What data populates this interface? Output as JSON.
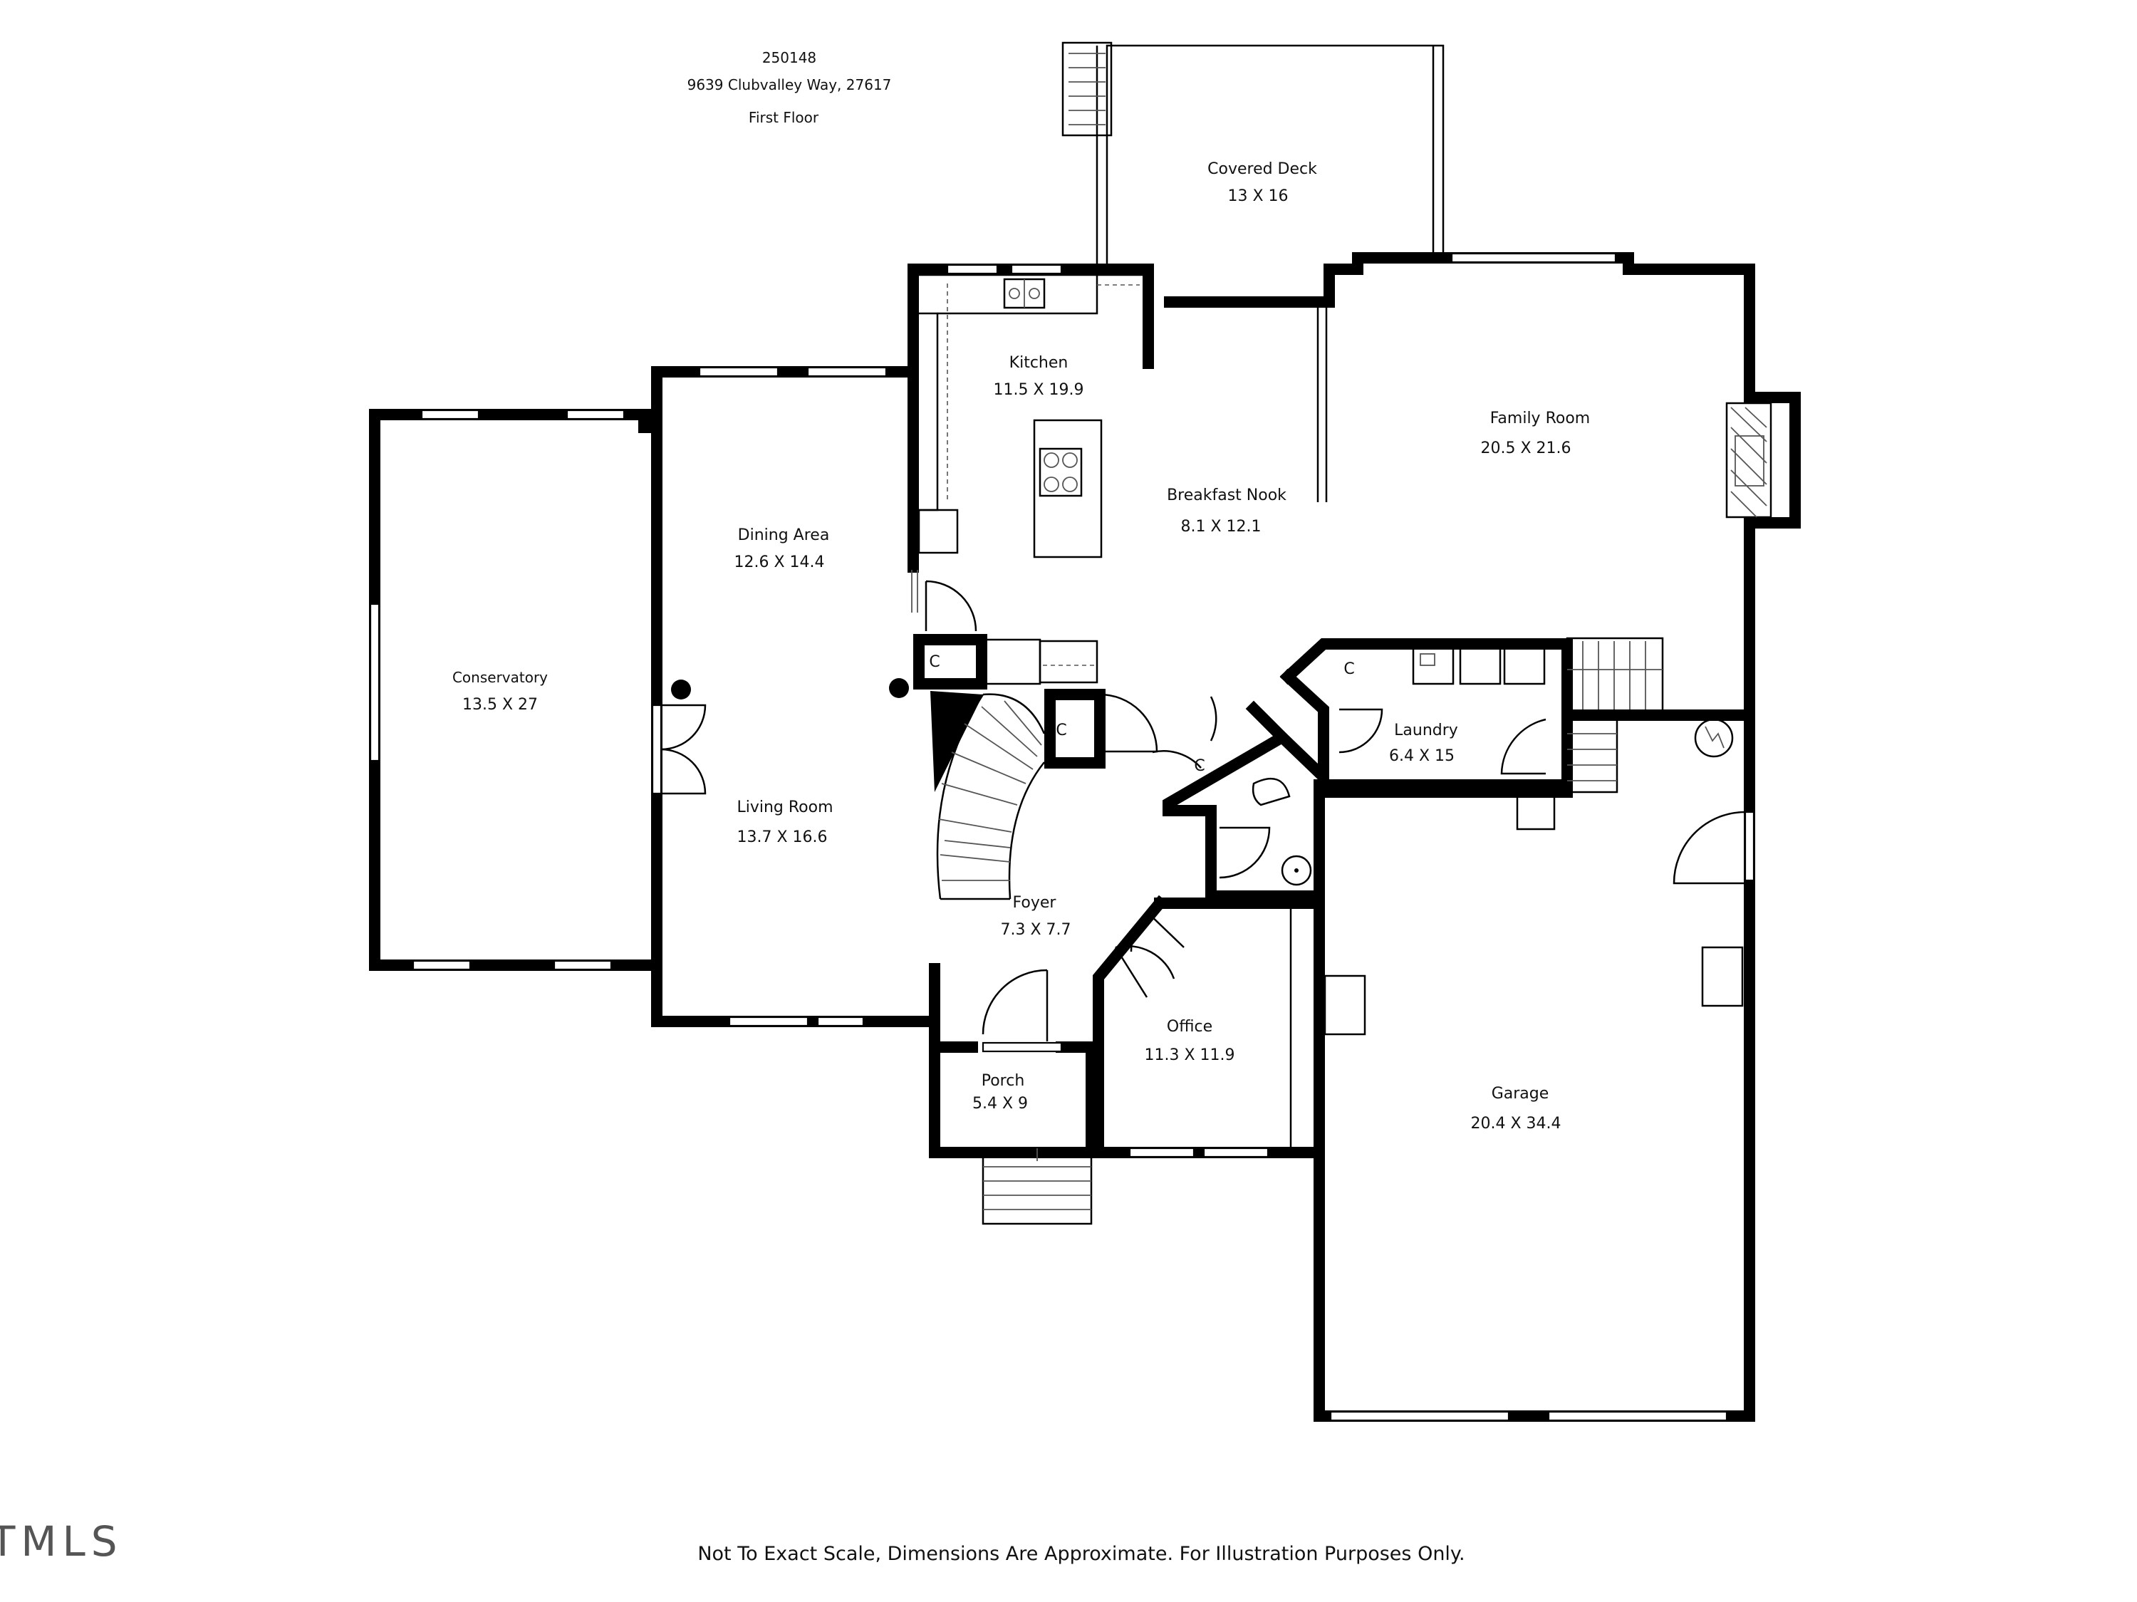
{
  "header": {
    "id_line": "250148",
    "address": "9639 Clubvalley Way, 27617",
    "floor": "First Floor"
  },
  "rooms": {
    "covered_deck": {
      "name": "Covered Deck",
      "dims": "13 X 16"
    },
    "kitchen": {
      "name": "Kitchen",
      "dims": "11.5 X 19.9"
    },
    "family_room": {
      "name": "Family Room",
      "dims": "20.5 X 21.6"
    },
    "breakfast_nook": {
      "name": "Breakfast Nook",
      "dims": "8.1 X 12.1"
    },
    "dining_area": {
      "name": "Dining Area",
      "dims": "12.6 X 14.4"
    },
    "conservatory": {
      "name": "Conservatory",
      "dims": "13.5 X 27"
    },
    "living_room": {
      "name": "Living Room",
      "dims": "13.7 X 16.6"
    },
    "laundry": {
      "name": "Laundry",
      "dims": "6.4 X 15"
    },
    "foyer": {
      "name": "Foyer",
      "dims": "7.3 X 7.7"
    },
    "office": {
      "name": "Office",
      "dims": "11.3 X 11.9"
    },
    "porch": {
      "name": "Porch",
      "dims": "5.4 X 9"
    },
    "garage": {
      "name": "Garage",
      "dims": "20.4 X 34.4"
    }
  },
  "closet_label": "C",
  "logo_text": "TMLS",
  "footer": {
    "disclaimer": "Not To Exact Scale, Dimensions Are Approximate. For Illustration Purposes Only."
  }
}
